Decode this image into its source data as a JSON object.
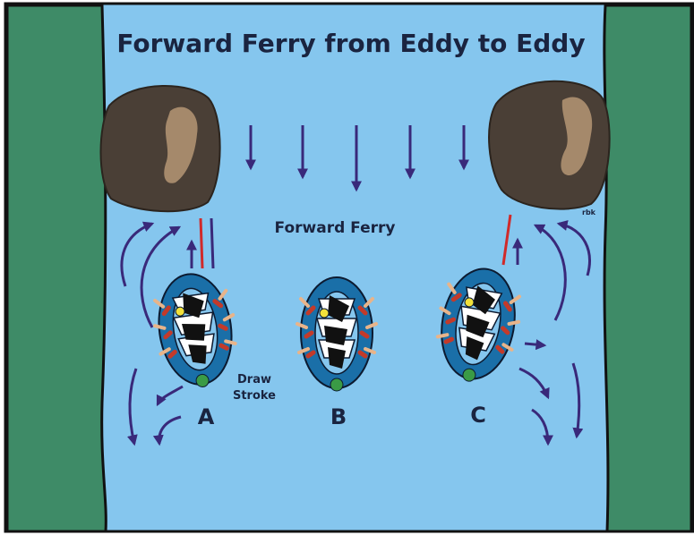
{
  "title": "Forward Ferry from Eddy to Eddy",
  "center_label": "Forward Ferry",
  "stroke_label": [
    "Draw",
    "Stroke"
  ],
  "rafts": [
    {
      "label": "A"
    },
    {
      "label": "B"
    },
    {
      "label": "C"
    }
  ],
  "signature": "rbk",
  "colors": {
    "water": "#85c6ee",
    "bank": "#3e8b67",
    "rock": "#4a3f36",
    "rock_highlight": "#a5896b",
    "arrow": "#39297a",
    "raft_tube": "#1a6fa8",
    "ferry_line": "#d02a2a"
  }
}
